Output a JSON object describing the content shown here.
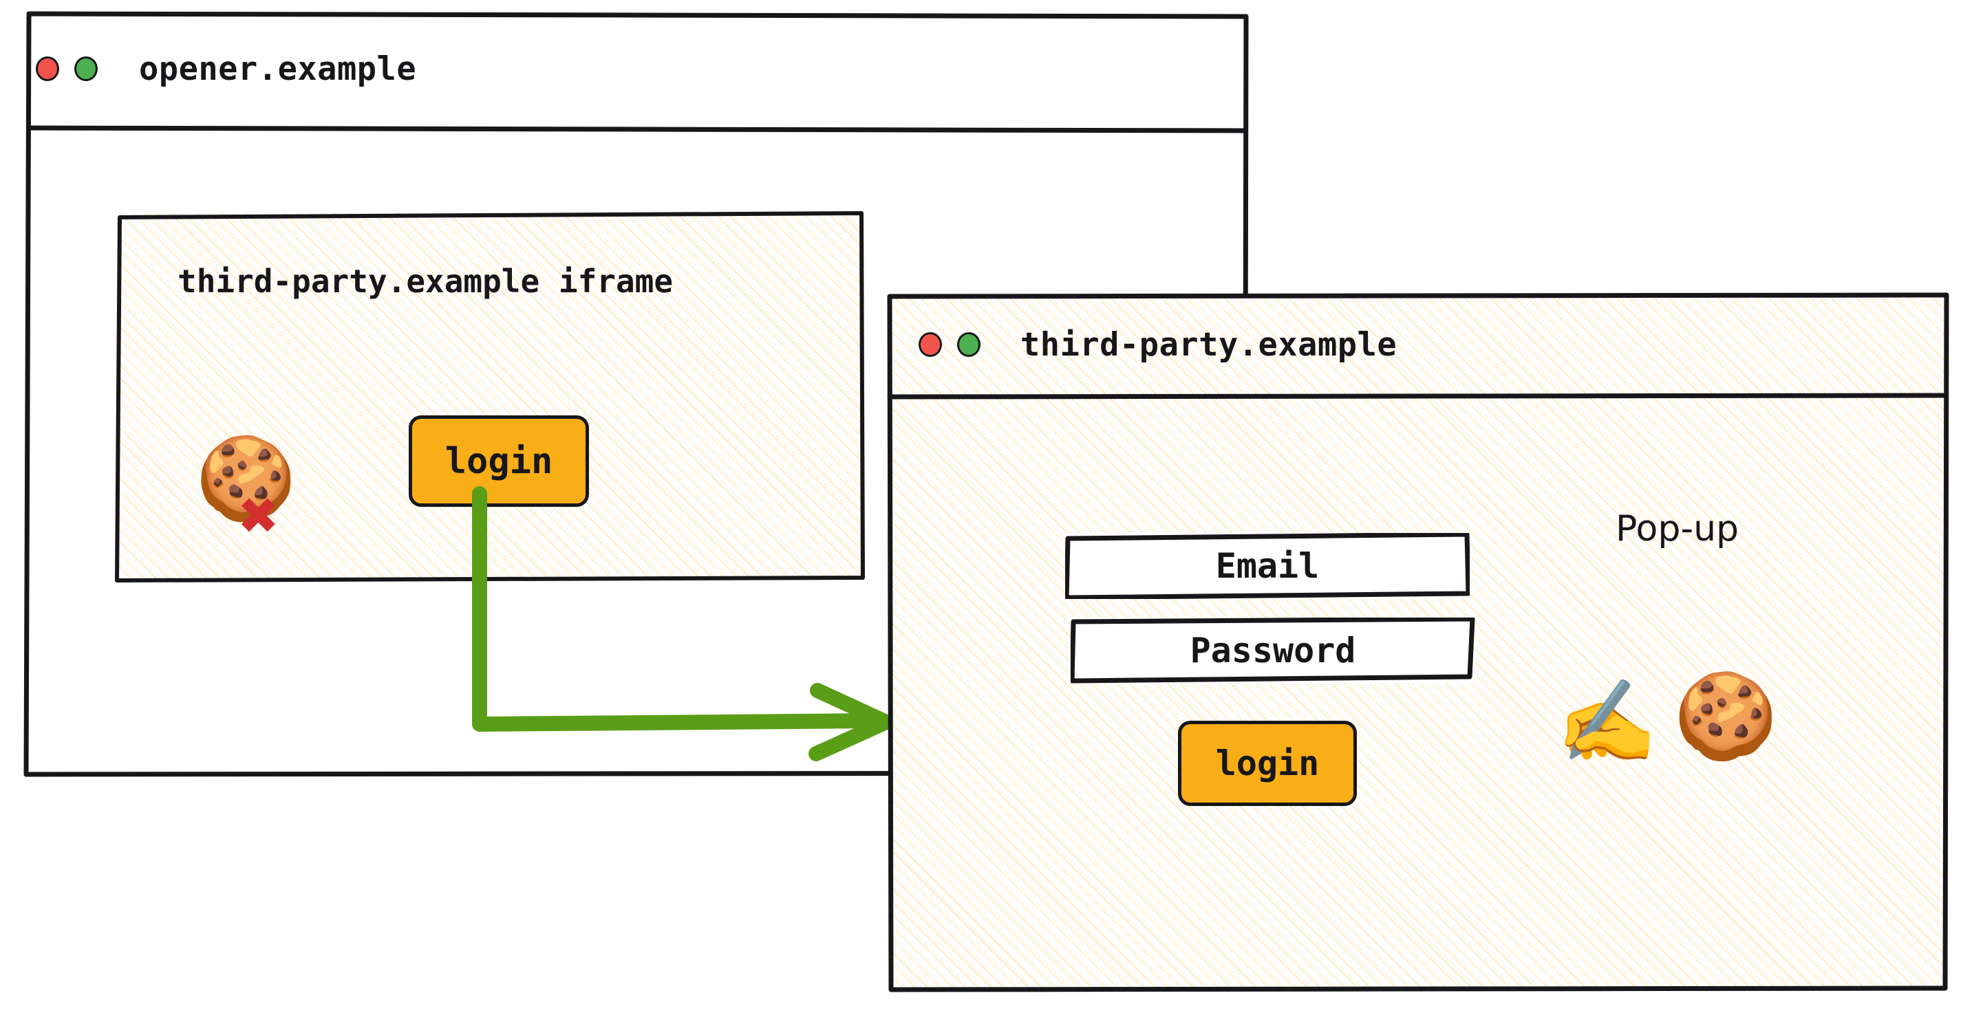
{
  "diagram": {
    "description": "Third-party iframe without cookie access opens a pop-up window on the third-party origin where the user can log in.",
    "accent_colors": {
      "button": "#F9AD17",
      "arrow": "#5A9E18",
      "hatch": "#F4CD6E",
      "dot_red": "#F2544C",
      "dot_green": "#4CB050",
      "cross_red": "#D32F2F",
      "ink": "#17171A"
    }
  },
  "opener_window": {
    "title": "opener.example",
    "dots": [
      {
        "name": "close",
        "color": "#F2544C"
      },
      {
        "name": "maximize",
        "color": "#4CB050"
      }
    ],
    "iframe": {
      "label": "third-party.example iframe",
      "cookie_icon": "cookie-emoji",
      "blocked_icon": "red-cross-mark",
      "login_label": "login"
    }
  },
  "popup_window": {
    "title": "third-party.example",
    "annotation": "Pop-up",
    "dots": [
      {
        "name": "close",
        "color": "#F2544C"
      },
      {
        "name": "maximize",
        "color": "#4CB050"
      }
    ],
    "form": {
      "email_label": "Email",
      "password_label": "Password",
      "login_label": "login"
    },
    "writing_hand_icon": "writing-hand-emoji",
    "cookie_icon": "cookie-emoji"
  },
  "flow_arrow": {
    "name": "login-opens-popup-arrow",
    "from": "iframe login button",
    "to": "third-party.example pop-up window",
    "color": "#5A9E18"
  }
}
